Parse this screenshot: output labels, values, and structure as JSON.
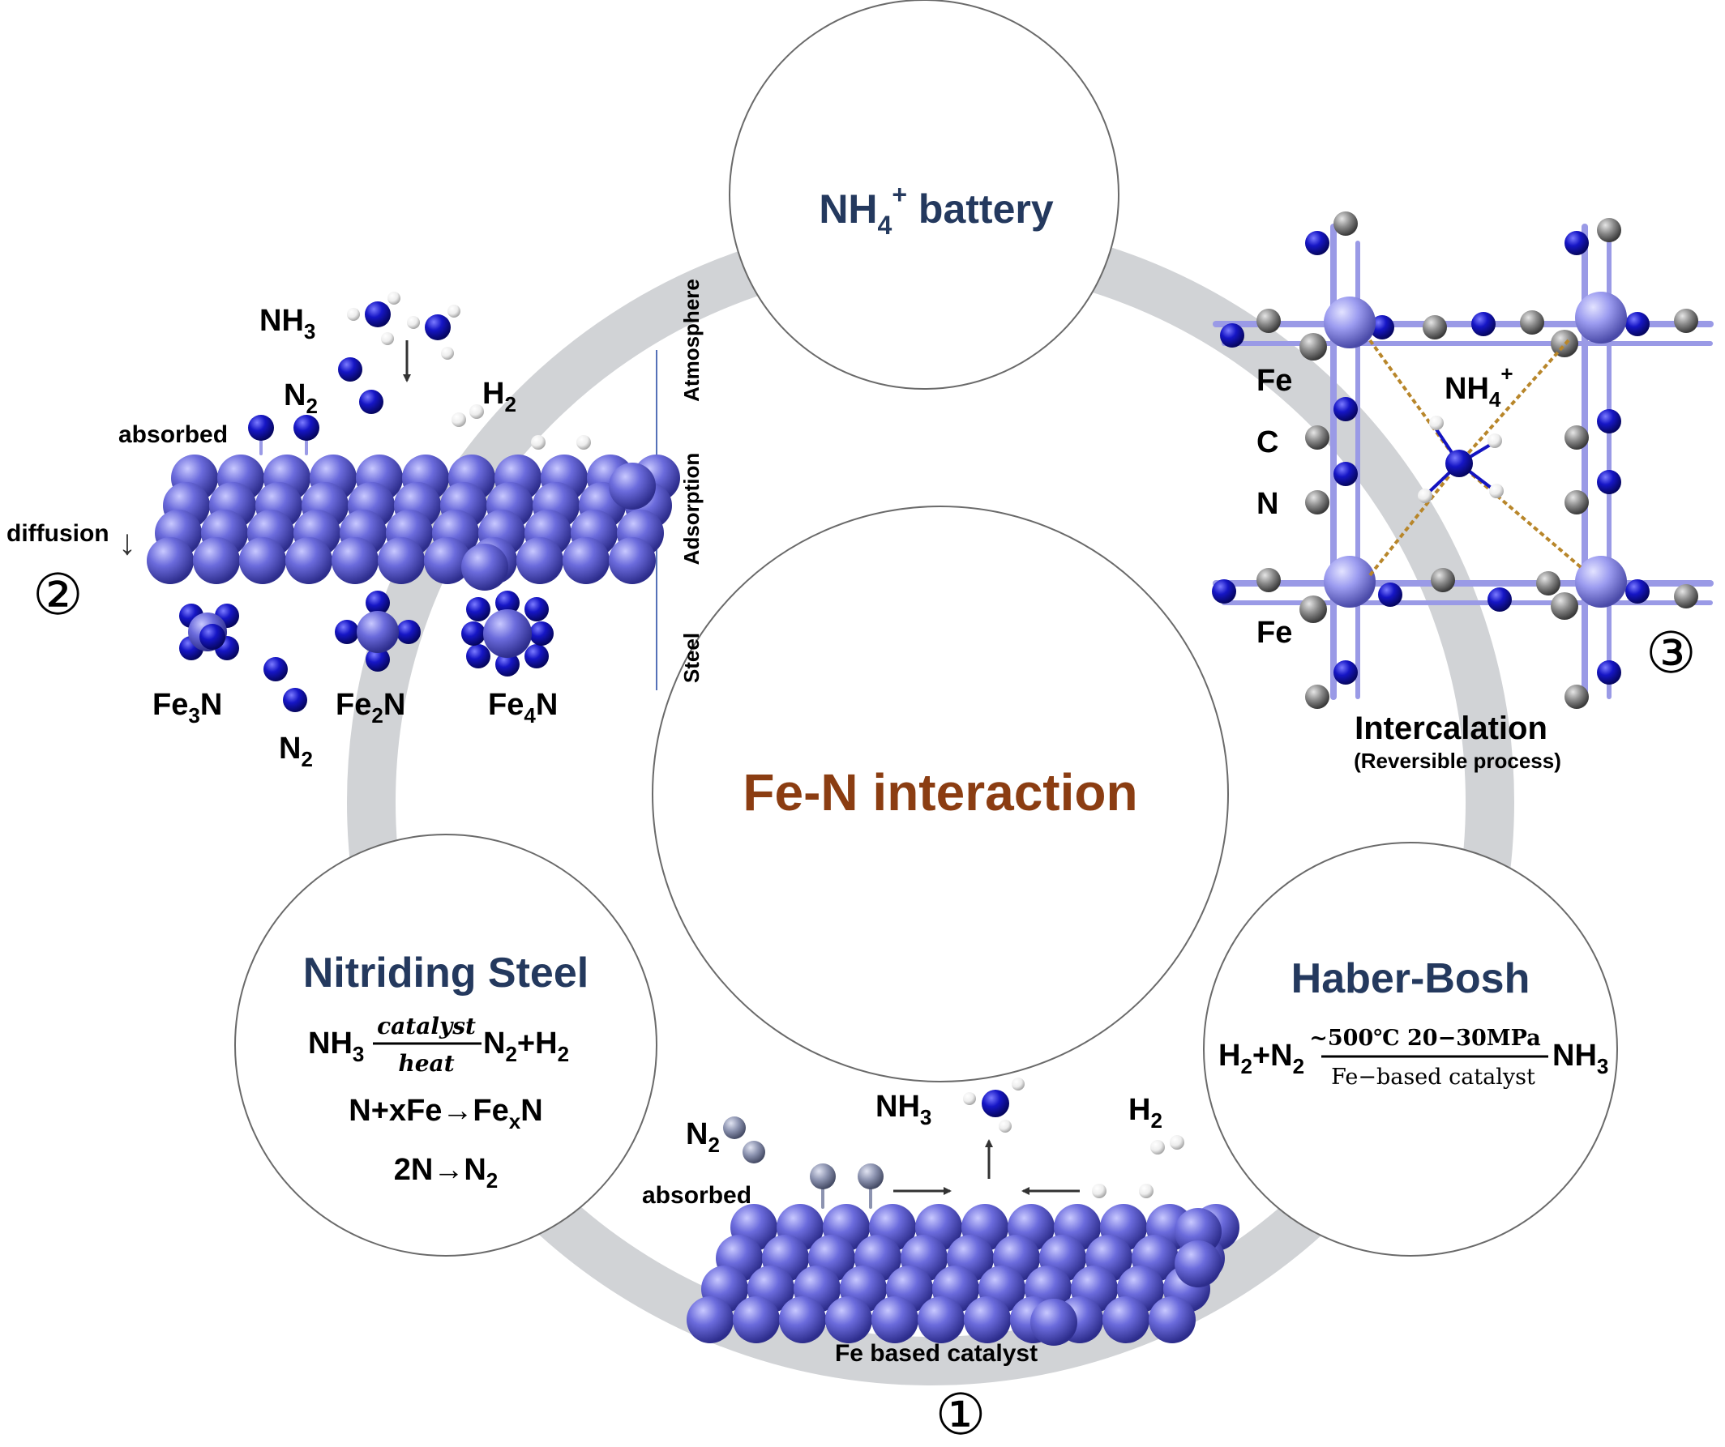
{
  "center": {
    "title": "Fe-N interaction"
  },
  "top_circle": {
    "title_main": "NH",
    "title_sub": "4",
    "title_sup": "+",
    "title_rest": " battery"
  },
  "nitriding": {
    "title": "Nitriding Steel",
    "eq1": {
      "lhs": "NH",
      "lhs_sub": "3",
      "above": "catalyst",
      "below": "heat",
      "rhs1": "N",
      "rhs1_sub": "2",
      "rhs2": "+H",
      "rhs2_sub": "2"
    },
    "eq2": {
      "main": "N+xFe→Fe",
      "sub": "x",
      "tail": "N"
    },
    "eq3": {
      "main": "2N→N",
      "sub": "2"
    }
  },
  "haber": {
    "title": "Haber-Bosh",
    "eq": {
      "lhs1": "H",
      "lhs1_sub": "2",
      "lhs2": "+N",
      "lhs2_sub": "2",
      "above": "~500℃ 20−30MPa",
      "below": "Fe−based catalyst",
      "rhs": "NH",
      "rhs_sub": "3"
    }
  },
  "panel1": {
    "n2": "N",
    "n2_sub": "2",
    "nh3": "NH",
    "nh3_sub": "3",
    "h2": "H",
    "h2_sub": "2",
    "absorbed": "absorbed",
    "caption": "Fe based catalyst",
    "number": "①"
  },
  "panel2": {
    "nh3": "NH",
    "nh3_sub": "3",
    "n2_top": "N",
    "n2_top_sub": "2",
    "h2": "H",
    "h2_sub": "2",
    "absorbed": "absorbed",
    "diffusion": "diffusion",
    "arrow": "↓",
    "number": "②",
    "fe3n": "Fe",
    "fe3n_sub": "3",
    "fe3n_tail": "N",
    "fe2n": "Fe",
    "fe2n_sub": "2",
    "fe2n_tail": "N",
    "fe4n": "Fe",
    "fe4n_sub": "4",
    "fe4n_tail": "N",
    "n2_bottom": "N",
    "n2_bottom_sub": "2",
    "zones": [
      "Atmosphere",
      "Adsorption",
      "Steel"
    ]
  },
  "panel3": {
    "fe_top": "Fe",
    "c": "C",
    "n": "N",
    "fe_bottom": "Fe",
    "nh4": "NH",
    "nh4_sub": "4",
    "nh4_sup": "+",
    "caption": "Intercalation",
    "subcaption": "(Reversible process)",
    "number": "③"
  },
  "colors": {
    "ring": "#d1d3d6",
    "navy_title": "#24395e",
    "brown_title": "#8b3d12",
    "fe_atom": "#5a5ad0",
    "n_atom": "#1414c0",
    "c_atom": "#7a7a7a",
    "h_atom": "#f4f4f4",
    "adsorbate": "#8c93b0",
    "bond": "#9a9ae6",
    "dashed": "#b8862a",
    "zone_line": "#5571b8"
  }
}
